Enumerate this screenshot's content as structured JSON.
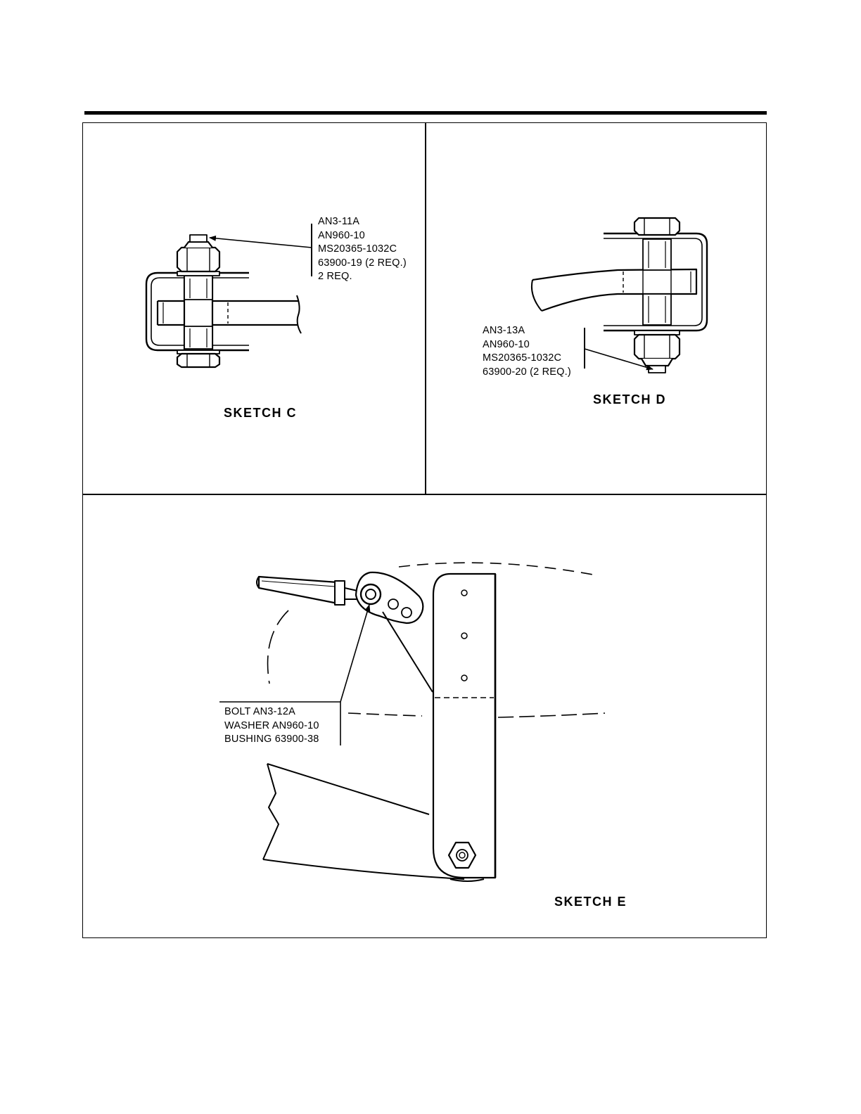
{
  "sketch_c": {
    "title": "SKETCH C",
    "callout": [
      "AN3-11A",
      "AN960-10",
      "MS20365-1032C",
      "63900-19 (2 REQ.)",
      "2 REQ."
    ]
  },
  "sketch_d": {
    "title": "SKETCH D",
    "callout": [
      "AN3-13A",
      "AN960-10",
      "MS20365-1032C",
      "63900-20 (2 REQ.)"
    ]
  },
  "sketch_e": {
    "title": "SKETCH E",
    "callout": [
      "BOLT AN3-12A",
      "WASHER AN960-10",
      "BUSHING 63900-38"
    ]
  }
}
